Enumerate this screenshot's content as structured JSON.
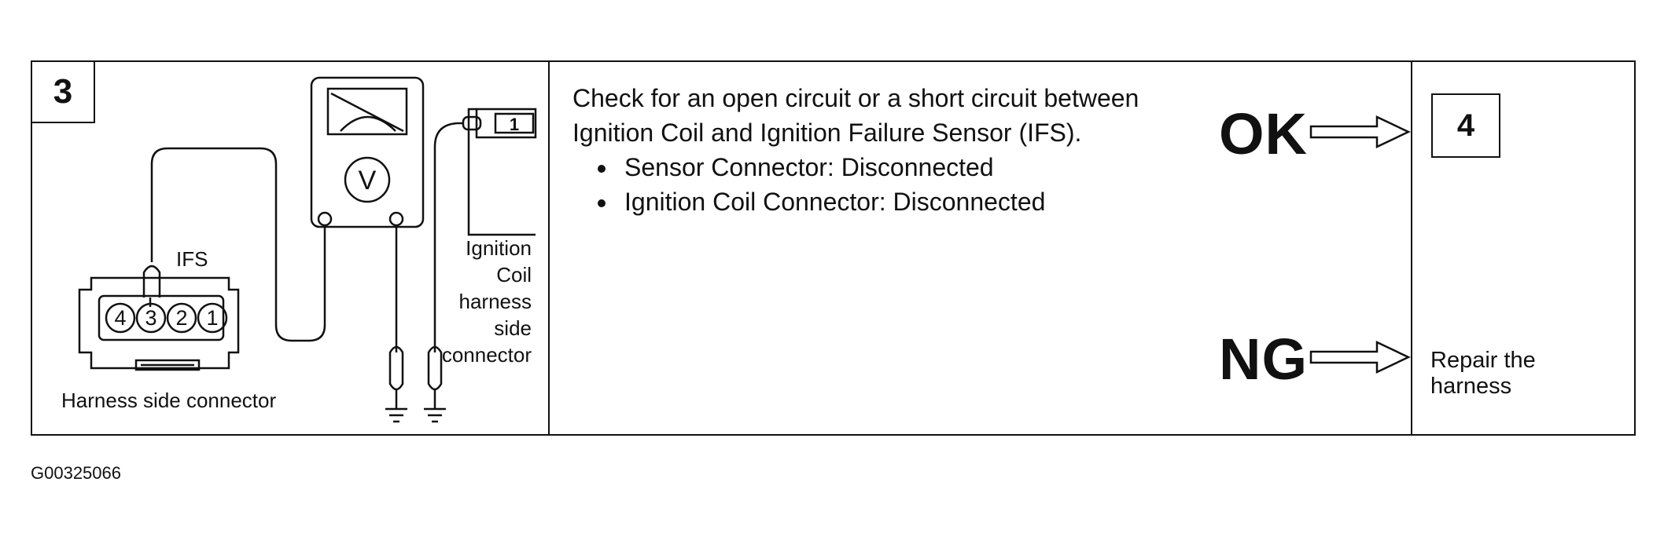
{
  "step": {
    "number": "3"
  },
  "diagram": {
    "ifs_label": "IFS",
    "connector_pins": [
      "4",
      "3",
      "2",
      "1"
    ],
    "meter_symbol": "V",
    "coil_pin": "1",
    "coil_label_lines": [
      "Ignition",
      "Coil",
      "harness",
      "side",
      "connector"
    ],
    "harness_label": "Harness side connector"
  },
  "instructions": {
    "text": "Check for an open circuit or a short circuit between Ignition Coil and Ignition Failure Sensor (IFS).",
    "bullets": [
      "Sensor Connector: Disconnected",
      "Ignition Coil Connector: Disconnected"
    ]
  },
  "results": {
    "ok_label": "OK",
    "ok_next_step": "4",
    "ng_label": "NG",
    "ng_action": "Repair the harness"
  },
  "caption": "G00325066"
}
